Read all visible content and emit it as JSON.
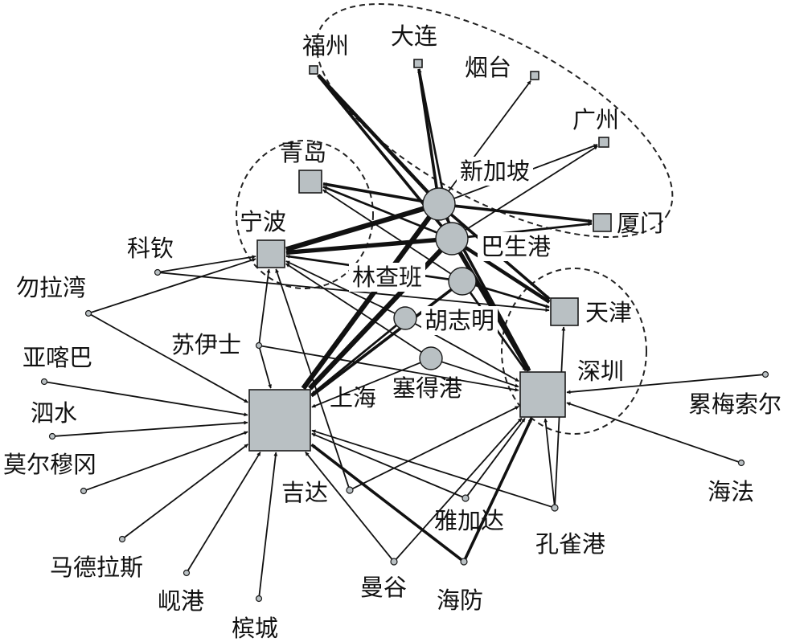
{
  "colors": {
    "node_fill": "#b9c0c3",
    "node_stroke": "#1a1a1a",
    "edge": "#111111",
    "cluster_outline": "#222222"
  },
  "nodes": [
    {
      "id": "shanghai",
      "label": "上海",
      "shape": "square"
    },
    {
      "id": "shenzhen",
      "label": "深圳",
      "shape": "square"
    },
    {
      "id": "ningbo",
      "label": "宁波",
      "shape": "square"
    },
    {
      "id": "qingdao",
      "label": "青岛",
      "shape": "square"
    },
    {
      "id": "tianjin",
      "label": "天津",
      "shape": "square"
    },
    {
      "id": "xiamen",
      "label": "厦门",
      "shape": "square"
    },
    {
      "id": "guangzhou",
      "label": "广州",
      "shape": "square"
    },
    {
      "id": "fuzhou",
      "label": "福州",
      "shape": "square"
    },
    {
      "id": "dalian",
      "label": "大连",
      "shape": "square"
    },
    {
      "id": "yantai",
      "label": "烟台",
      "shape": "square"
    },
    {
      "id": "singapore",
      "label": "新加坡",
      "shape": "circle"
    },
    {
      "id": "klang",
      "label": "巴生港",
      "shape": "circle"
    },
    {
      "id": "laemchabang",
      "label": "林查班",
      "shape": "circle"
    },
    {
      "id": "hochiminh",
      "label": "胡志明",
      "shape": "circle"
    },
    {
      "id": "portsaid",
      "label": "塞得港",
      "shape": "circle"
    },
    {
      "id": "suez",
      "label": "苏伊士",
      "shape": "dot"
    },
    {
      "id": "kochi",
      "label": "科钦",
      "shape": "dot"
    },
    {
      "id": "chittagong",
      "label": "勿拉湾",
      "shape": "dot"
    },
    {
      "id": "qaba",
      "label": "亚喀巴",
      "shape": "dot"
    },
    {
      "id": "sishui",
      "label": "泗水",
      "shape": "dot"
    },
    {
      "id": "mormugao",
      "label": "莫尔穆冈",
      "shape": "dot"
    },
    {
      "id": "madras",
      "label": "马德拉斯",
      "shape": "dot"
    },
    {
      "id": "xiangang",
      "label": "岘港",
      "shape": "dot"
    },
    {
      "id": "penang",
      "label": "槟城",
      "shape": "dot"
    },
    {
      "id": "jeddah",
      "label": "吉达",
      "shape": "dot"
    },
    {
      "id": "bangkok",
      "label": "曼谷",
      "shape": "dot"
    },
    {
      "id": "haiphong",
      "label": "海防",
      "shape": "dot"
    },
    {
      "id": "jakarta",
      "label": "雅加达",
      "shape": "dot"
    },
    {
      "id": "kongque",
      "label": "孔雀港",
      "shape": "dot"
    },
    {
      "id": "haifa",
      "label": "海法",
      "shape": "dot"
    },
    {
      "id": "leimei",
      "label": "累梅索尔",
      "shape": "dot"
    }
  ],
  "edges": [
    {
      "from": "singapore",
      "to": "fuzhou",
      "weight": 4
    },
    {
      "from": "singapore",
      "to": "dalian",
      "weight": 3
    },
    {
      "from": "singapore",
      "to": "yantai",
      "weight": 1
    },
    {
      "from": "singapore",
      "to": "guangzhou",
      "weight": 1
    },
    {
      "from": "singapore",
      "to": "qingdao",
      "weight": 3
    },
    {
      "from": "singapore",
      "to": "xiamen",
      "weight": 3
    },
    {
      "from": "singapore",
      "to": "ningbo",
      "weight": 6
    },
    {
      "from": "singapore",
      "to": "shanghai",
      "weight": 6
    },
    {
      "from": "singapore",
      "to": "tianjin",
      "weight": 3
    },
    {
      "from": "singapore",
      "to": "shenzhen",
      "weight": 3
    },
    {
      "from": "klang",
      "to": "fuzhou",
      "weight": 3
    },
    {
      "from": "klang",
      "to": "dalian",
      "weight": 2
    },
    {
      "from": "klang",
      "to": "guangzhou",
      "weight": 1
    },
    {
      "from": "klang",
      "to": "qingdao",
      "weight": 2
    },
    {
      "from": "klang",
      "to": "xiamen",
      "weight": 2
    },
    {
      "from": "klang",
      "to": "ningbo",
      "weight": 5
    },
    {
      "from": "klang",
      "to": "shanghai",
      "weight": 6
    },
    {
      "from": "klang",
      "to": "tianjin",
      "weight": 4
    },
    {
      "from": "klang",
      "to": "shenzhen",
      "weight": 5
    },
    {
      "from": "laemchabang",
      "to": "qingdao",
      "weight": 1
    },
    {
      "from": "laemchabang",
      "to": "ningbo",
      "weight": 2
    },
    {
      "from": "laemchabang",
      "to": "shanghai",
      "weight": 3
    },
    {
      "from": "laemchabang",
      "to": "tianjin",
      "weight": 2
    },
    {
      "from": "laemchabang",
      "to": "shenzhen",
      "weight": 2
    },
    {
      "from": "hochiminh",
      "to": "ningbo",
      "weight": 1
    },
    {
      "from": "hochiminh",
      "to": "shanghai",
      "weight": 2
    },
    {
      "from": "hochiminh",
      "to": "shenzhen",
      "weight": 1
    },
    {
      "from": "portsaid",
      "to": "shanghai",
      "weight": 1
    },
    {
      "from": "portsaid",
      "to": "ningbo",
      "weight": 1
    },
    {
      "from": "portsaid",
      "to": "shenzhen",
      "weight": 1
    },
    {
      "from": "kochi",
      "to": "ningbo",
      "weight": 1
    },
    {
      "from": "kochi",
      "to": "tianjin",
      "weight": 1
    },
    {
      "from": "chittagong",
      "to": "ningbo",
      "weight": 1
    },
    {
      "from": "chittagong",
      "to": "shanghai",
      "weight": 1
    },
    {
      "from": "suez",
      "to": "ningbo",
      "weight": 1
    },
    {
      "from": "suez",
      "to": "shanghai",
      "weight": 1
    },
    {
      "from": "suez",
      "to": "shenzhen",
      "weight": 1
    },
    {
      "from": "qaba",
      "to": "shanghai",
      "weight": 1
    },
    {
      "from": "sishui",
      "to": "shanghai",
      "weight": 1
    },
    {
      "from": "mormugao",
      "to": "shanghai",
      "weight": 1
    },
    {
      "from": "madras",
      "to": "shanghai",
      "weight": 1
    },
    {
      "from": "xiangang",
      "to": "shanghai",
      "weight": 1
    },
    {
      "from": "penang",
      "to": "shanghai",
      "weight": 1
    },
    {
      "from": "jeddah",
      "to": "ningbo",
      "weight": 1
    },
    {
      "from": "jeddah",
      "to": "shenzhen",
      "weight": 1
    },
    {
      "from": "bangkok",
      "to": "shanghai",
      "weight": 1
    },
    {
      "from": "bangkok",
      "to": "shenzhen",
      "weight": 1
    },
    {
      "from": "haiphong",
      "to": "shanghai",
      "weight": 3
    },
    {
      "from": "haiphong",
      "to": "shenzhen",
      "weight": 3
    },
    {
      "from": "jakarta",
      "to": "shanghai",
      "weight": 1
    },
    {
      "from": "jakarta",
      "to": "shenzhen",
      "weight": 1
    },
    {
      "from": "kongque",
      "to": "shanghai",
      "weight": 1
    },
    {
      "from": "kongque",
      "to": "shenzhen",
      "weight": 1
    },
    {
      "from": "kongque",
      "to": "tianjin",
      "weight": 1
    },
    {
      "from": "haifa",
      "to": "shenzhen",
      "weight": 1
    },
    {
      "from": "leimei",
      "to": "shenzhen",
      "weight": 1
    }
  ]
}
